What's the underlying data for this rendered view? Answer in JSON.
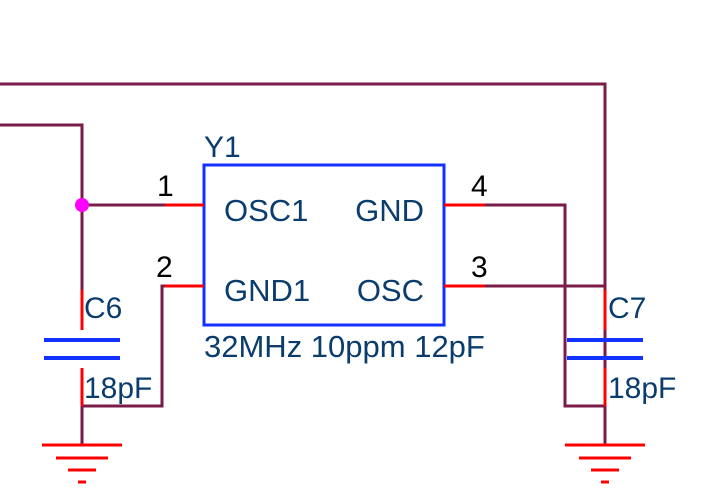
{
  "crystal": {
    "ref": "Y1",
    "value": "32MHz 10ppm 12pF",
    "pin_labels": {
      "osc1": "OSC1",
      "gnd": "GND",
      "gnd1": "GND1",
      "osc": "OSC"
    },
    "pin_numbers": {
      "p1": "1",
      "p2": "2",
      "p3": "3",
      "p4": "4"
    }
  },
  "capacitors": [
    {
      "ref": "C6",
      "value": "18pF"
    },
    {
      "ref": "C7",
      "value": "18pF"
    }
  ],
  "colors": {
    "wire": "#7a1c4a",
    "pin": "#ff0000",
    "component": "#1432ff",
    "text": "#0a3c6e",
    "junction": "#ff00ff"
  }
}
